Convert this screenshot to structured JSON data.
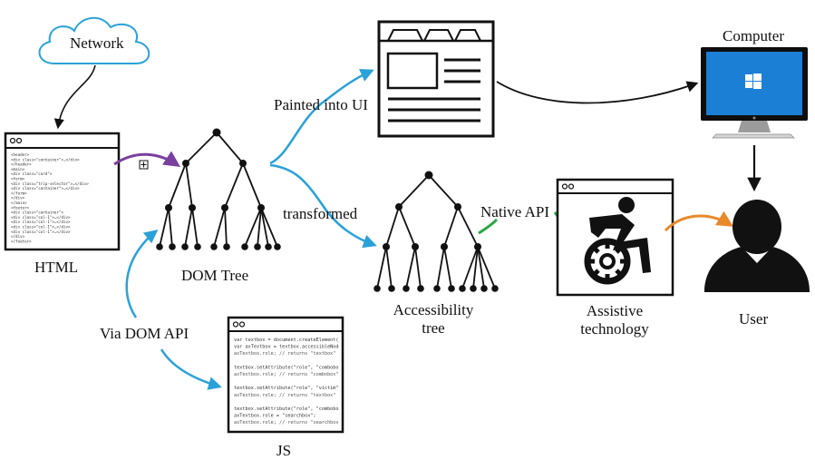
{
  "labels": {
    "network": "Network",
    "html": "HTML",
    "dom_tree": "DOM Tree",
    "painted": "Painted into UI",
    "transformed": "transformed",
    "computer": "Computer",
    "native_api": "Native API",
    "accessibility_line1": "Accessibility",
    "accessibility_line2": "tree",
    "assistive_line1": "Assistive",
    "assistive_line2": "technology",
    "user": "User",
    "via_dom_api": "Via DOM API",
    "js": "JS"
  },
  "html_code": [
    "<header>",
    "  <div class=\"container\">…</div>",
    "</header>",
    "<main>",
    "  <div class=\"card\">",
    "    <form>",
    "      <div class=\"trip-selector\">…</div>",
    "      <div class=\"container\">…</div>",
    "    </form>",
    "  </div>",
    "</main>",
    "<footer>",
    "  <div class=\"container\">",
    "    <div class=\"col-1\">…</div>",
    "    <div class=\"col-1\">…</div>",
    "    <div class=\"col-1\">…</div>",
    "    <div class=\"col-1\">…</div>",
    "  </div>",
    "</footer>"
  ],
  "js_code": [
    "var textbox = document.createElement(\"input\");",
    "var axTextbox = textbox.accessibleNode;",
    "axTextbox.role;  // returns \"textbox\"",
    "",
    "textbox.setAttribute(\"role\", \"combobox\");",
    "axTextbox.role;  // returns \"combobox\"",
    "",
    "textbox.setAttribute(\"role\", \"victim\");",
    "axTextbox.role;  // returns \"textbox\" because",
    "",
    "textbox.setAttribute(\"role\", \"combobox\");",
    "axTextbox.role = \"searchbox\";",
    "axTextbox.role;  // returns \"searchbox\" because"
  ],
  "colors": {
    "arrow_blue": "#2aa1d8",
    "arrow_purple": "#7b3fa0",
    "arrow_green": "#27a844",
    "arrow_orange": "#e8892a",
    "ink": "#111111",
    "screen_blue": "#1b7fd6"
  },
  "icons": [
    "cloud-icon",
    "browser-window-icon",
    "monitor-icon",
    "wheelchair-icon",
    "user-icon",
    "plus-box-icon"
  ]
}
